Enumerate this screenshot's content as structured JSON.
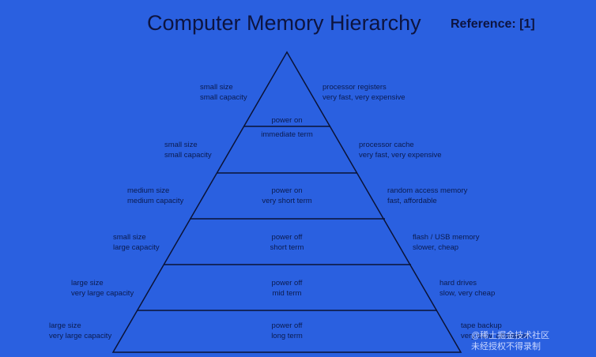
{
  "title": "Computer Memory Hierarchy",
  "reference": "Reference: [1]",
  "levels": [
    {
      "left": [
        "small size",
        "small capacity"
      ],
      "center": [],
      "right": [
        "processor registers",
        "very fast, very expensive"
      ]
    },
    {
      "left": [
        "small size",
        "small capacity"
      ],
      "center": [
        "power on",
        "immediate term"
      ],
      "right": [
        "processor cache",
        "very fast, very expensive"
      ]
    },
    {
      "left": [
        "medium size",
        "medium capacity"
      ],
      "center": [
        "power on",
        "very short term"
      ],
      "right": [
        "random access memory",
        "fast, affordable"
      ]
    },
    {
      "left": [
        "small size",
        "large capacity"
      ],
      "center": [
        "power off",
        "short term"
      ],
      "right": [
        "flash / USB memory",
        "slower, cheap"
      ]
    },
    {
      "left": [
        "large size",
        "very large capacity"
      ],
      "center": [
        "power off",
        "mid term"
      ],
      "right": [
        "hard drives",
        "slow, very cheap"
      ]
    },
    {
      "left": [
        "large size",
        "very large capacity"
      ],
      "center": [
        "power off",
        "long term"
      ],
      "right": [
        "tape backup",
        "very slow, affordable"
      ]
    }
  ],
  "watermark": [
    "@稀土掘金技术社区",
    "未经授权不得录制"
  ],
  "colors": {
    "background": "#2a60e0",
    "lines": "#0b1336",
    "text": "#0b1b4e"
  }
}
